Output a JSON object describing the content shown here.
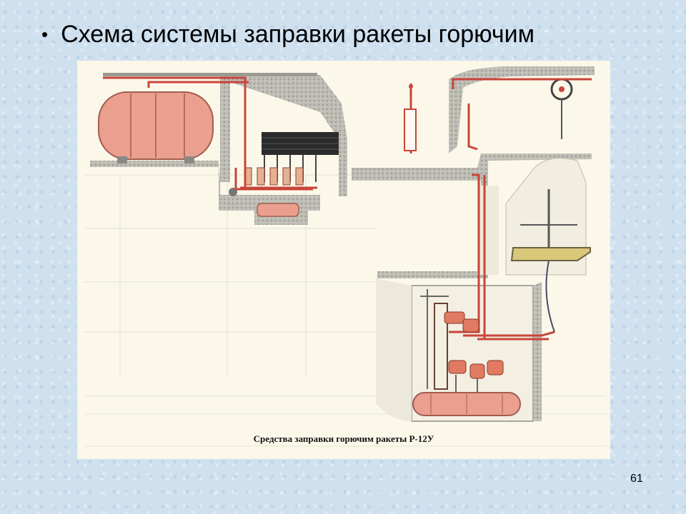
{
  "slide": {
    "bullet": "•",
    "title": "Схема системы заправки ракеты горючим",
    "page_number": "61"
  },
  "figure": {
    "caption": "Средства заправки горючим ракеты Р-12У"
  },
  "colors": {
    "pipe": "#c9443a",
    "tank": "#eba08f",
    "concrete": "#a8a8a0",
    "paper": "#fbf8ea"
  }
}
